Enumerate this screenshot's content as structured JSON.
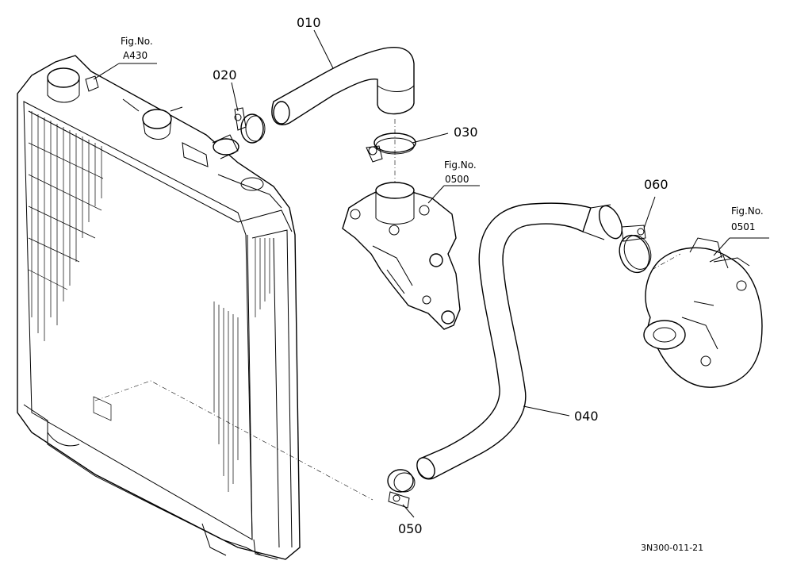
{
  "parts": [
    {
      "number": "010",
      "item": "upper-hose"
    },
    {
      "number": "020",
      "item": "upper-hose-clamp-radiator"
    },
    {
      "number": "030",
      "item": "upper-hose-clamp-thermostat"
    },
    {
      "number": "040",
      "item": "lower-hose"
    },
    {
      "number": "050",
      "item": "lower-hose-clamp-radiator"
    },
    {
      "number": "060",
      "item": "lower-hose-clamp-pump"
    }
  ],
  "references": [
    {
      "label": "Fig.No.",
      "code": "A430"
    },
    {
      "label": "Fig.No.",
      "code": "0500"
    },
    {
      "label": "Fig.No.",
      "code": "0501"
    }
  ],
  "drawing_code": "3N300-011-21"
}
